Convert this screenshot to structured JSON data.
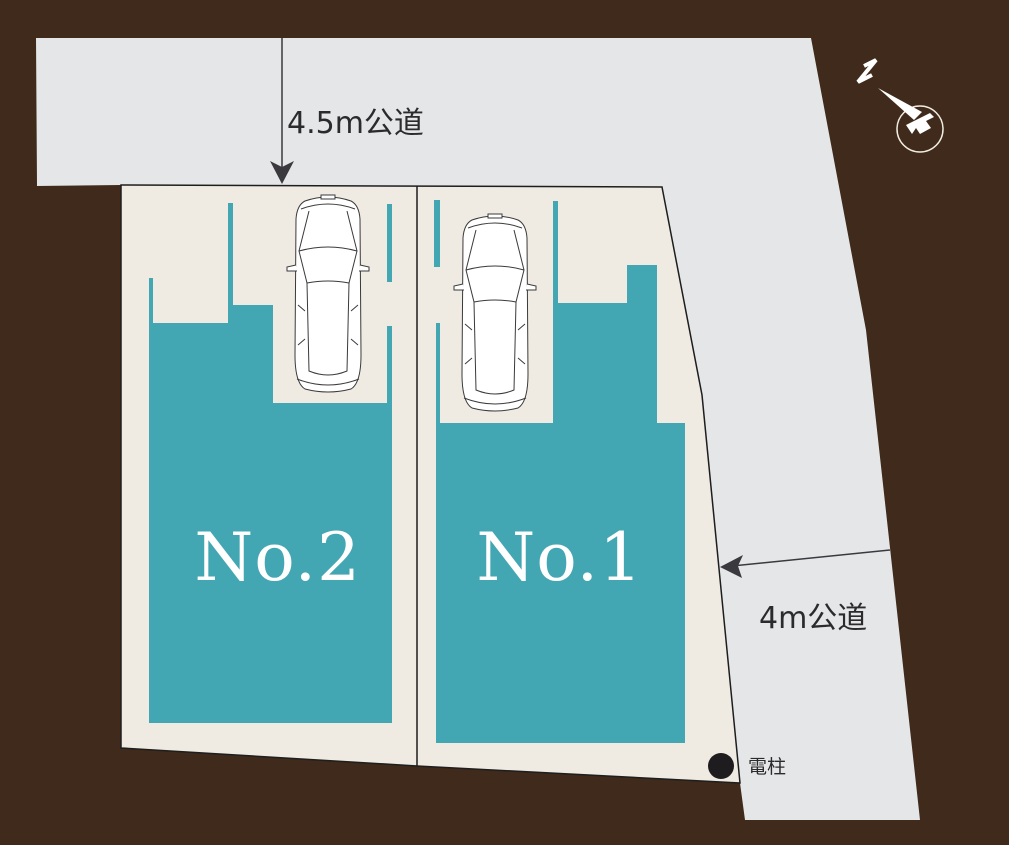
{
  "map": {
    "type": "site-plan",
    "colors": {
      "background": "#3f2a1b",
      "road": "#e4e6e8",
      "lot": "#efebe3",
      "building": "#43a6b3",
      "outline": "#1e1e1e",
      "label_dark": "#2b2b2e",
      "label_light": "#ffffff"
    },
    "roads": [
      {
        "id": "north-road",
        "label": "4.5m公道",
        "width_m": 4.5
      },
      {
        "id": "east-road",
        "label": "4m公道",
        "width_m": 4
      }
    ],
    "lots": [
      {
        "id": "lot-2",
        "label": "No.2",
        "parking_spaces": 1
      },
      {
        "id": "lot-1",
        "label": "No.1",
        "parking_spaces": 1
      }
    ],
    "utility_pole": {
      "label": "電柱"
    },
    "compass": {
      "label": "N",
      "icon": "north-arrow-icon"
    }
  }
}
